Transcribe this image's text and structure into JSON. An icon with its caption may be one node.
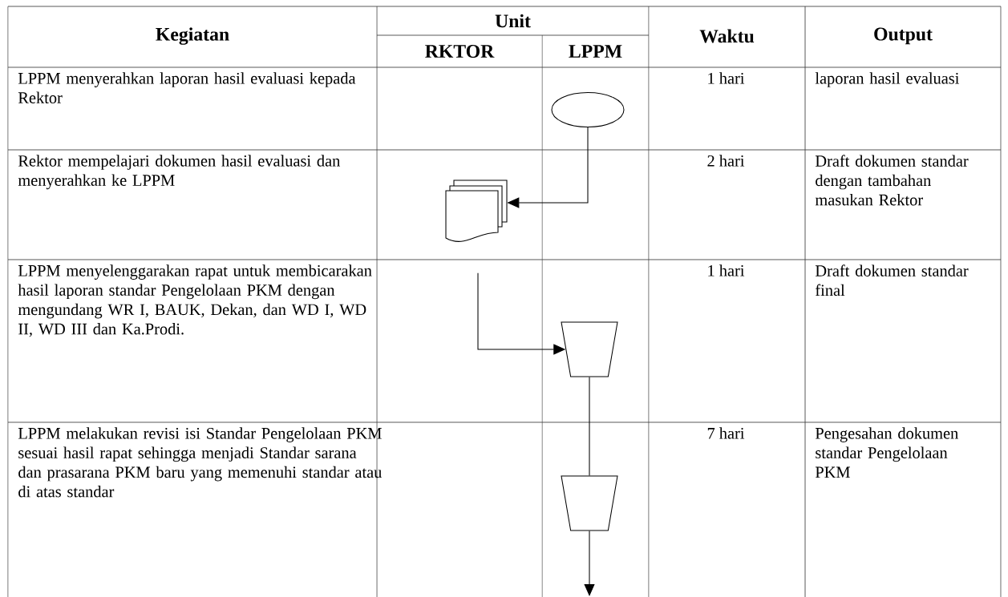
{
  "diagram": {
    "nodes": [
      {
        "text": [],
        "shape": "ellipse"
      },
      {
        "text": [],
        "shape": "document"
      },
      {
        "text": [],
        "shape": "trapezoid"
      },
      {
        "text": [],
        "shape": "trapezoid"
      }
    ],
    "edges": [
      {
        "from": 0,
        "to": 1,
        "arrow": "to"
      },
      {
        "from": 1,
        "to": 2,
        "arrow": "to"
      },
      {
        "from": 2,
        "to": 3,
        "arrow": "none"
      },
      {
        "from": 3,
        "to": null,
        "arrow": "to"
      }
    ],
    "labels": [
      "Kegiatan",
      "Unit",
      "Waktu",
      "Output",
      "RKTOR",
      "LPPM",
      "LPPM menyerahkan laporan hasil evaluasi kepada Rektor",
      "1 hari",
      "laporan hasil evaluasi",
      "Rektor mempelajari dokumen hasil evaluasi dan menyerahkan ke LPPM",
      "2 hari",
      "Draft dokumen standar dengan tambahan masukan Rektor",
      "LPPM menyelenggarakan rapat untuk membicarakan hasil laporan standar Pengelolaan PKM dengan mengundang WR I, BAUK, Dekan, dan WD I, WD II, WD III dan Ka.Prodi.",
      "1 hari",
      "Draft dokumen standar final",
      "LPPM melakukan revisi isi Standar Pengelolaan PKM sesuai hasil rapat sehingga menjadi Standar sarana dan prasarana PKM baru yang memenuhi standar atau di atas standar",
      "7 hari",
      "Pengesahan dokumen standar Pengelolaan PKM"
    ]
  }
}
